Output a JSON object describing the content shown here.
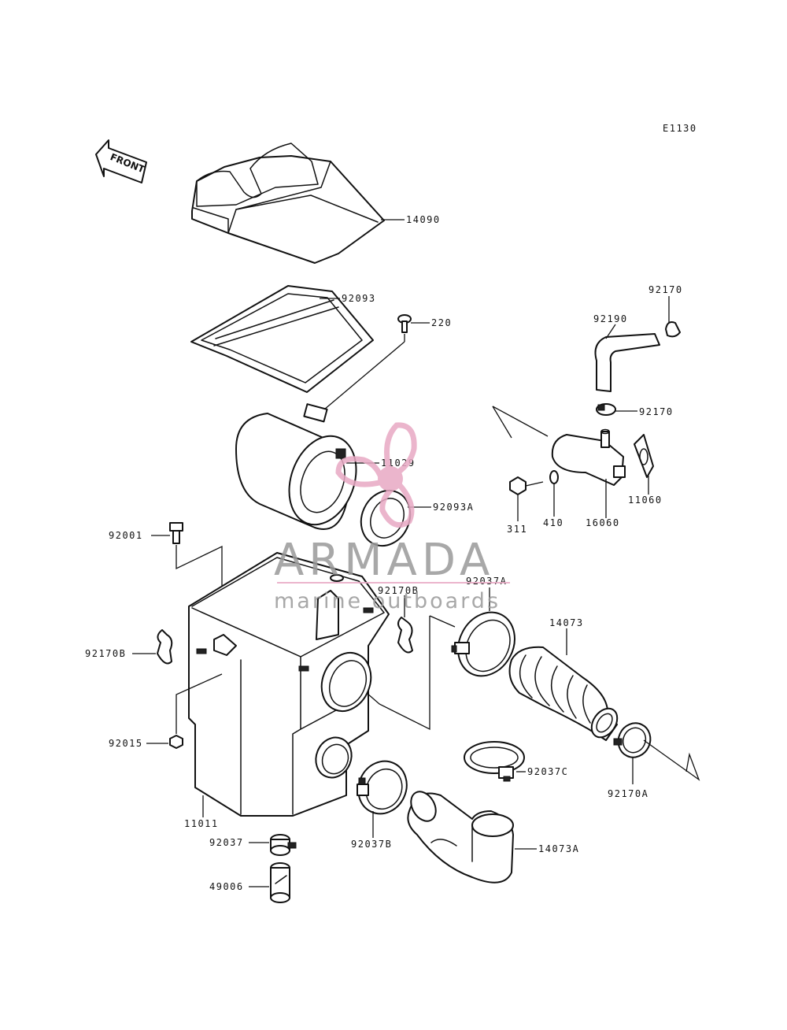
{
  "diagram_code": "E1130",
  "front_label": "FRONT",
  "watermark": {
    "title": "ARMADA",
    "subtitle": "marine outboards",
    "color": "#e8a9c4",
    "text_color": "#9a9a9a"
  },
  "parts": [
    {
      "id": "p14090",
      "label": "14090"
    },
    {
      "id": "p92093",
      "label": "92093"
    },
    {
      "id": "p220",
      "label": "220"
    },
    {
      "id": "p92170_top",
      "label": "92170"
    },
    {
      "id": "p92190",
      "label": "92190"
    },
    {
      "id": "p92170_mid",
      "label": "92170"
    },
    {
      "id": "p11029",
      "label": "11029"
    },
    {
      "id": "p92093A",
      "label": "92093A"
    },
    {
      "id": "p11060",
      "label": "11060"
    },
    {
      "id": "p311",
      "label": "311"
    },
    {
      "id": "p410",
      "label": "410"
    },
    {
      "id": "p16060",
      "label": "16060"
    },
    {
      "id": "p92001",
      "label": "92001"
    },
    {
      "id": "p92170B_r",
      "label": "92170B"
    },
    {
      "id": "p92037A",
      "label": "92037A"
    },
    {
      "id": "p14073",
      "label": "14073"
    },
    {
      "id": "p92170B_l",
      "label": "92170B"
    },
    {
      "id": "p92015",
      "label": "92015"
    },
    {
      "id": "p92037C",
      "label": "92037C"
    },
    {
      "id": "p92170A",
      "label": "92170A"
    },
    {
      "id": "p11011",
      "label": "11011"
    },
    {
      "id": "p92037B",
      "label": "92037B"
    },
    {
      "id": "p92037",
      "label": "92037"
    },
    {
      "id": "p14073A",
      "label": "14073A"
    },
    {
      "id": "p49006",
      "label": "49006"
    }
  ]
}
